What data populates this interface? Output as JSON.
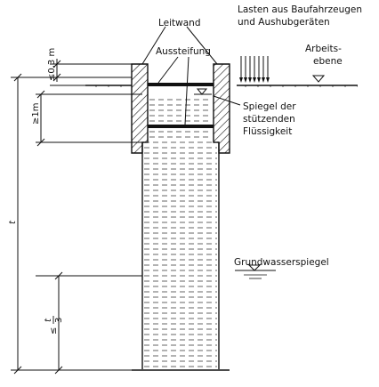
{
  "labels": {
    "leitwand": "Leitwand",
    "lasten_line1": "Lasten aus Baufahrzeugen",
    "lasten_line2": "und Aushubgeräten",
    "aussteifung": "Aussteifung",
    "arbeits_line1": "Arbeits-",
    "arbeits_line2": "ebene",
    "spiegel_line1": "Spiegel der",
    "spiegel_line2": "stützenden",
    "spiegel_line3": "Flüssigkeit",
    "grundwasser": "Grundwasserspiegel"
  },
  "dimensions": {
    "le_03m": "≤0,3 m",
    "ge_1m": "≥1m",
    "t": "t",
    "t_third_num": "t",
    "t_third_den": "3",
    "t_third_rel": "≤"
  },
  "colors": {
    "ink": "#111111",
    "fill": "#ffffff"
  }
}
